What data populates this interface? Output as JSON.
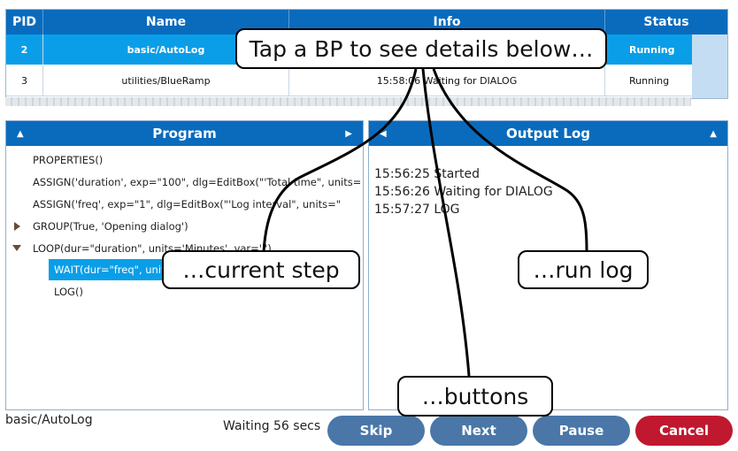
{
  "table": {
    "headers": {
      "pid": "PID",
      "name": "Name",
      "info": "Info",
      "status": "Status"
    },
    "rows": [
      {
        "pid": "2",
        "name": "basic/AutoLog",
        "info": "",
        "status": "Running"
      },
      {
        "pid": "3",
        "name": "utilities/BlueRamp",
        "info": "15:58:06 Waiting for DIALOG",
        "status": "Running"
      }
    ]
  },
  "program_panel": {
    "title": "Program",
    "lines": [
      "PROPERTIES()",
      "ASSIGN('duration', exp=\"100\", dlg=EditBox(\"'Total time\", units=\"",
      "ASSIGN('freq', exp=\"1\", dlg=EditBox(\"'Log interval\", units=\"",
      "GROUP(True, 'Opening dialog')",
      "LOOP(dur=\"duration\", units='Minutes', var='i')",
      "WAIT(dur=\"freq\", units=",
      "LOG()"
    ]
  },
  "output_panel": {
    "title": "Output Log",
    "lines": [
      "15:56:25 Started",
      "15:56:26 Waiting for DIALOG",
      "15:57:27 LOG"
    ]
  },
  "footer": {
    "program_name": "basic/AutoLog",
    "status_text": "Waiting 56 secs",
    "skip_label": "Skip",
    "next_label": "Next",
    "pause_label": "Pause",
    "cancel_label": "Cancel"
  },
  "callouts": {
    "tap": "Tap a BP to see details below…",
    "current_step": "…current step",
    "run_log": "…run log",
    "buttons": "…buttons"
  },
  "colors": {
    "header_blue": "#0a6bbd",
    "selected_row": "#0a9ee8",
    "button_blue": "#4a77a8",
    "cancel_red": "#c0182f"
  }
}
